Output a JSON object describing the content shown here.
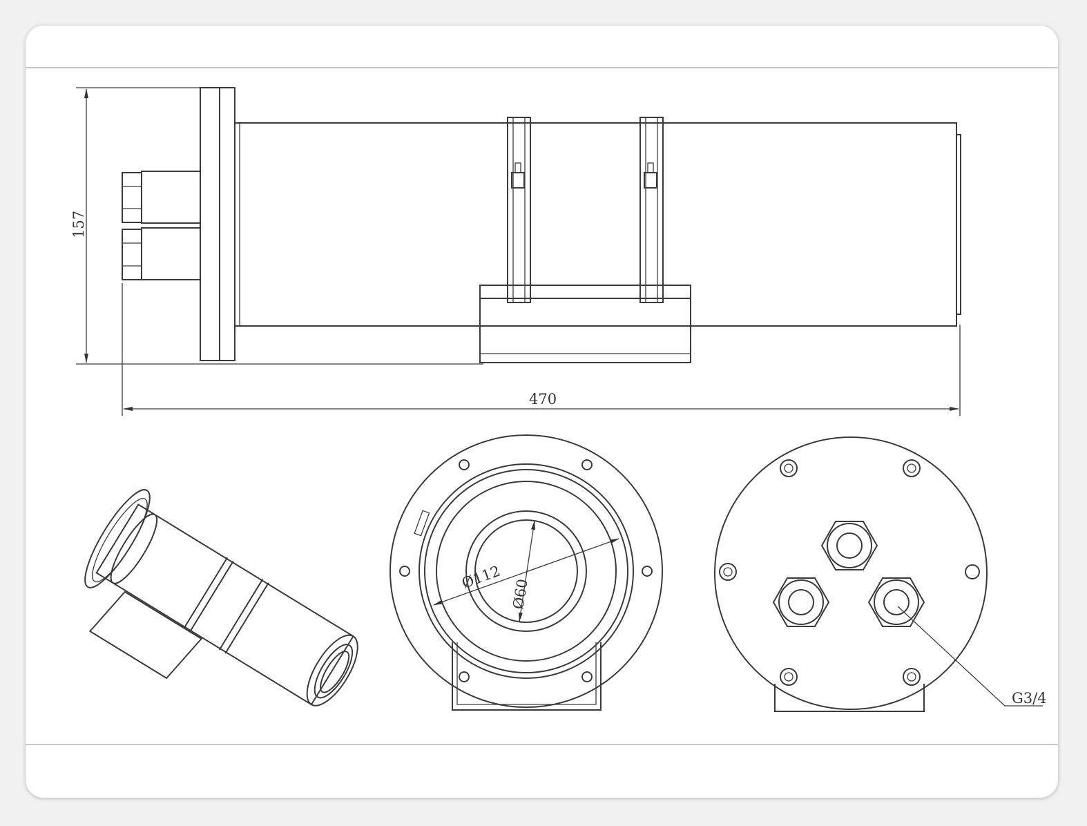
{
  "drawing": {
    "side_view": {
      "height_dimension": "157",
      "length_dimension": "470"
    },
    "front_view": {
      "outer_diameter": "Ø112",
      "window_diameter": "Ø60"
    },
    "rear_view": {
      "thread_label": "G3/4"
    }
  },
  "colors": {
    "line": "#3a3a3a",
    "background": "#ffffff"
  }
}
